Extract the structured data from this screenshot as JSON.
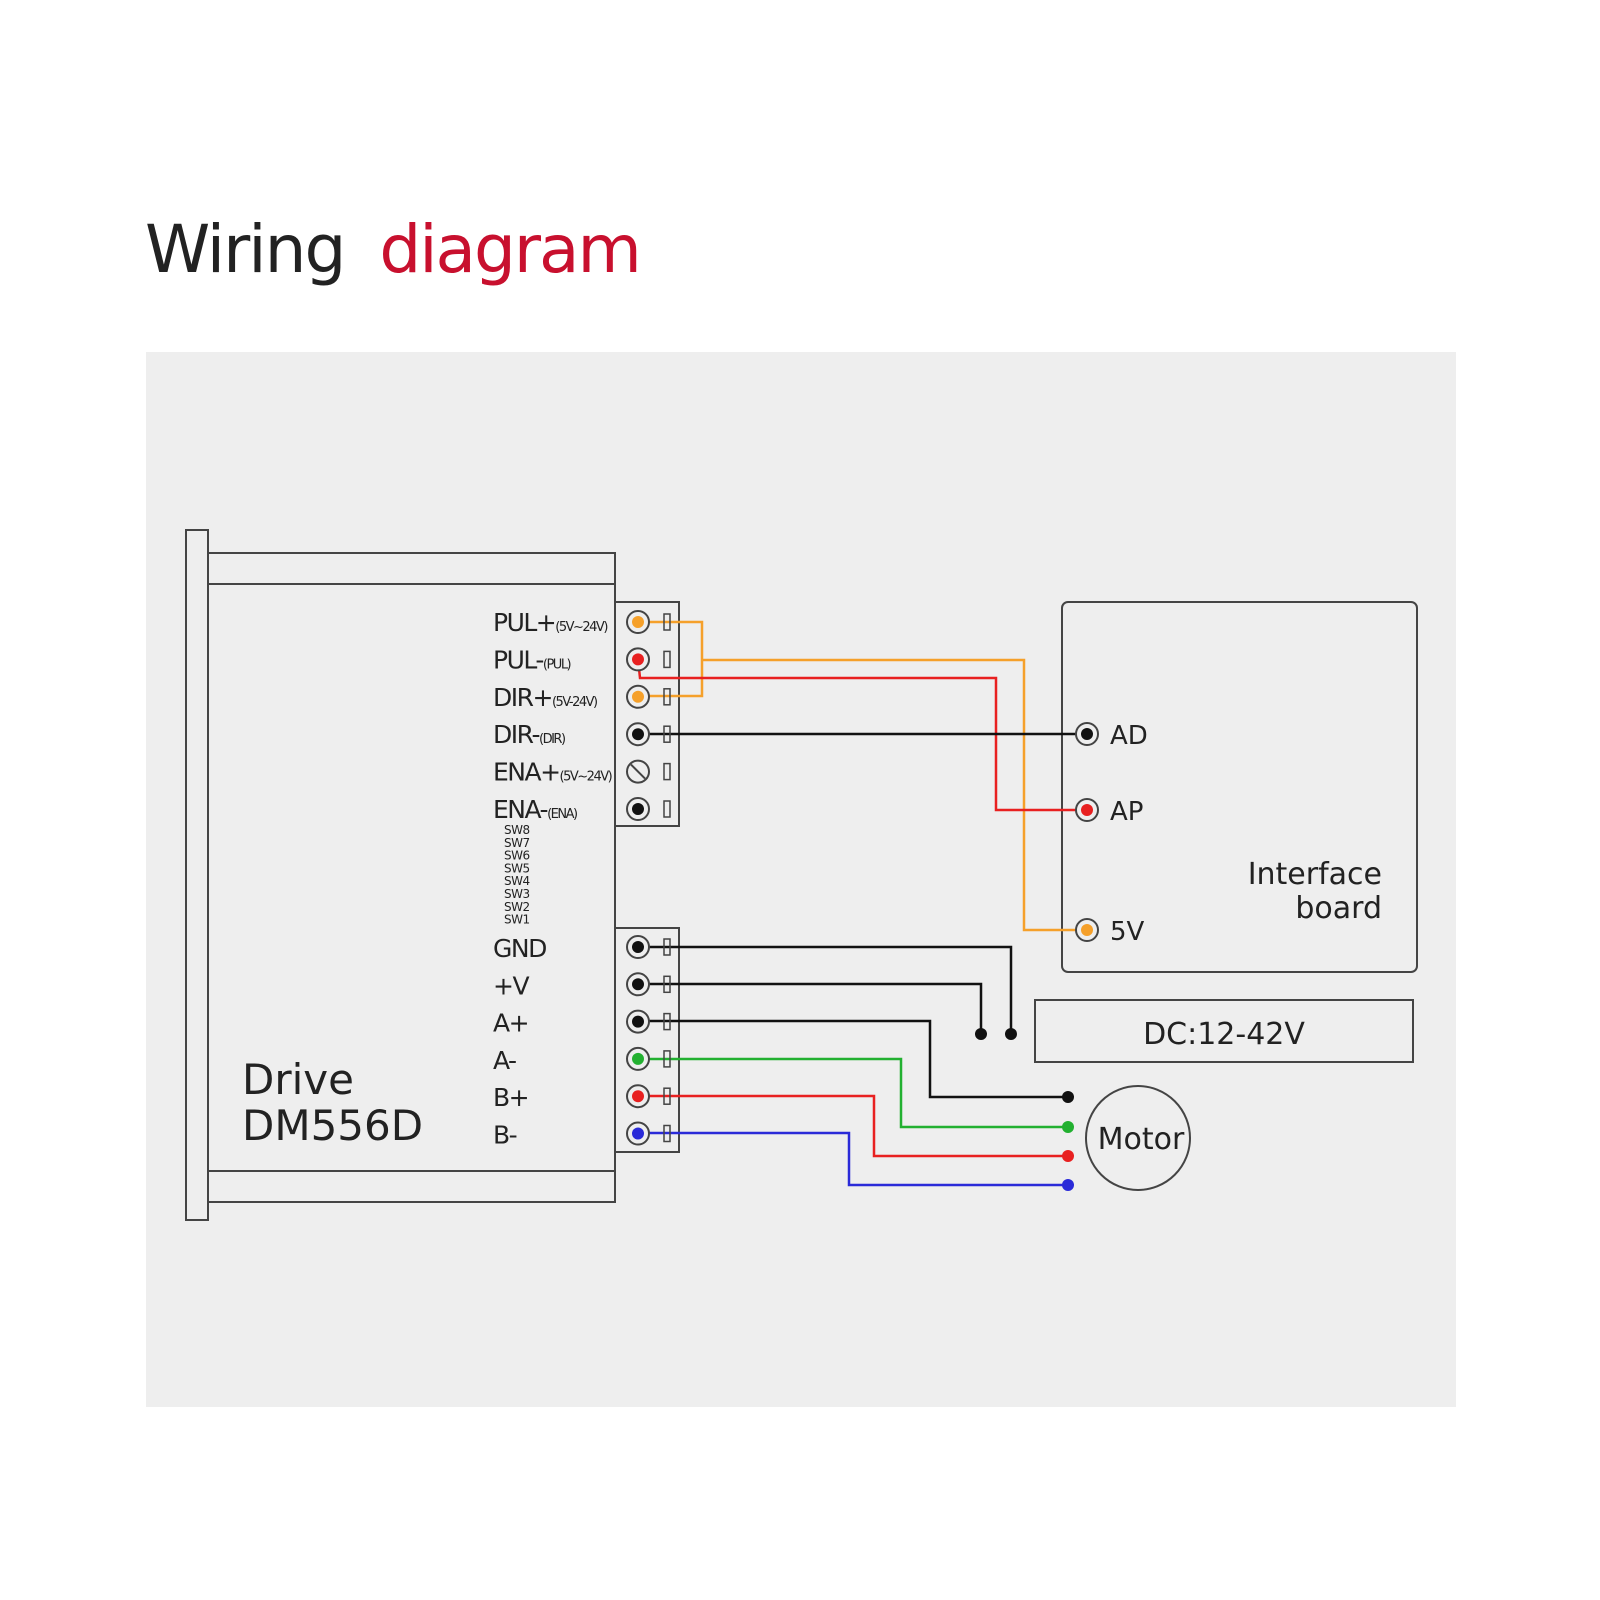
{
  "title": {
    "part1": "Wiring",
    "part2": "diagram"
  },
  "colors": {
    "title_black": "#222222",
    "title_red": "#c8102e",
    "panel_bg": "#eeeeee",
    "line": "#444444",
    "orange": "#f5a02a",
    "red": "#e82020",
    "black": "#111111",
    "green": "#22b030",
    "blue": "#2a2ad8"
  },
  "drive": {
    "line1": "Drive",
    "line2": "DM556D"
  },
  "signal_terminals": [
    {
      "label": "PUL+",
      "sub": "(5V~24V)",
      "color": "orange"
    },
    {
      "label": "PUL-",
      "sub": "(PUL)",
      "color": "red"
    },
    {
      "label": "DIR+",
      "sub": "(5V-24V)",
      "color": "orange"
    },
    {
      "label": "DIR-",
      "sub": "(DIR)",
      "color": "black"
    },
    {
      "label": "ENA+",
      "sub": "(5V~24V)",
      "color": "none"
    },
    {
      "label": "ENA-",
      "sub": "(ENA)",
      "color": "black"
    }
  ],
  "switches": [
    "SW8",
    "SW7",
    "SW6",
    "SW5",
    "SW4",
    "SW3",
    "SW2",
    "SW1"
  ],
  "power_terminals": [
    {
      "label": "GND",
      "color": "black"
    },
    {
      "label": "+V",
      "color": "black"
    },
    {
      "label": "A+",
      "color": "black"
    },
    {
      "label": "A-",
      "color": "green"
    },
    {
      "label": "B+",
      "color": "red"
    },
    {
      "label": "B-",
      "color": "blue"
    }
  ],
  "interface_board": {
    "line1": "Interface",
    "line2": "board",
    "ports": [
      {
        "label": "AD",
        "color": "black"
      },
      {
        "label": "AP",
        "color": "red"
      },
      {
        "label": "5V",
        "color": "orange"
      }
    ]
  },
  "power_supply": {
    "label": "DC:12-42V"
  },
  "motor": {
    "label": "Motor"
  }
}
